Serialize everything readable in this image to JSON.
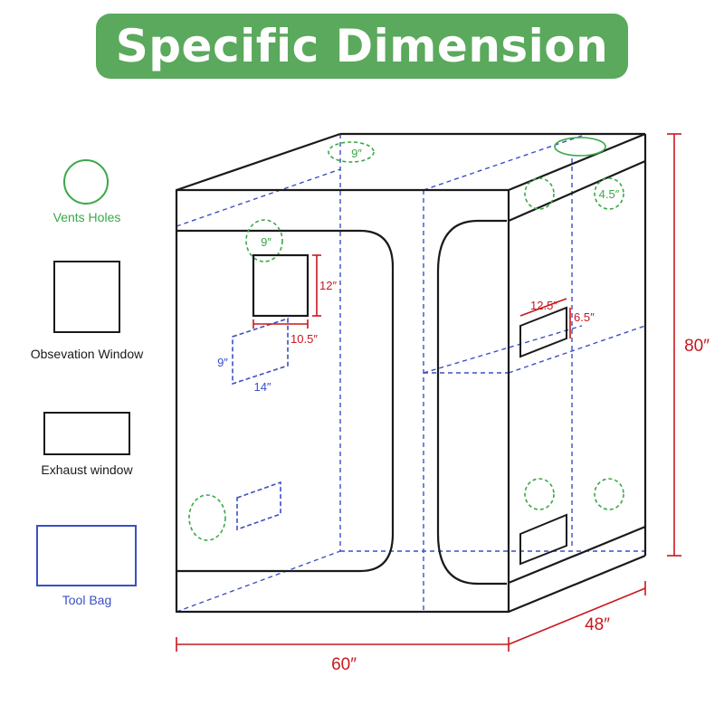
{
  "header": {
    "title": "Specific Dimension"
  },
  "legend": {
    "vents_holes": "Vents Holes",
    "observation_window": "Obsevation Window",
    "exhaust_window": "Exhaust window",
    "tool_bag": "Tool Bag"
  },
  "dimensions": {
    "width": "60″",
    "depth": "48″",
    "height": "80″",
    "top_vent": "9″",
    "side_vent": "4.5″",
    "left_vent": "9″",
    "obs_window_height": "12″",
    "obs_window_width": "10.5″",
    "tool_bag_height": "9″",
    "tool_bag_width": "14″",
    "side_window_width": "12.5″",
    "side_window_height": "6.5″"
  },
  "colors": {
    "banner": "#5aa95c",
    "vent": "#3aa847",
    "tool_bag": "#3b4fc4",
    "dimension": "#c8181e",
    "outline": "#1a1a1a"
  }
}
